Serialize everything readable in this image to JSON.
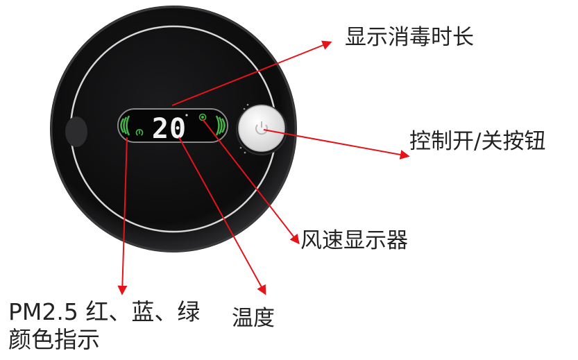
{
  "device": {
    "display_value": "20",
    "colors": {
      "body": "#0b0b0c",
      "ring": "#d9d9d9",
      "indicator_green": "#47b54a",
      "button_face": "#e9e9e9",
      "arrow": "#e4141a"
    }
  },
  "callouts": {
    "duration": "显示消毒时长",
    "power_button": "控制开/关按钮",
    "fan_speed": "风速显示器",
    "temperature": "温度",
    "pm_indicator": "PM2.5 红、蓝、绿颜色指示"
  },
  "icons": [
    "power-icon",
    "fan-icon",
    "pm-power-icon"
  ]
}
